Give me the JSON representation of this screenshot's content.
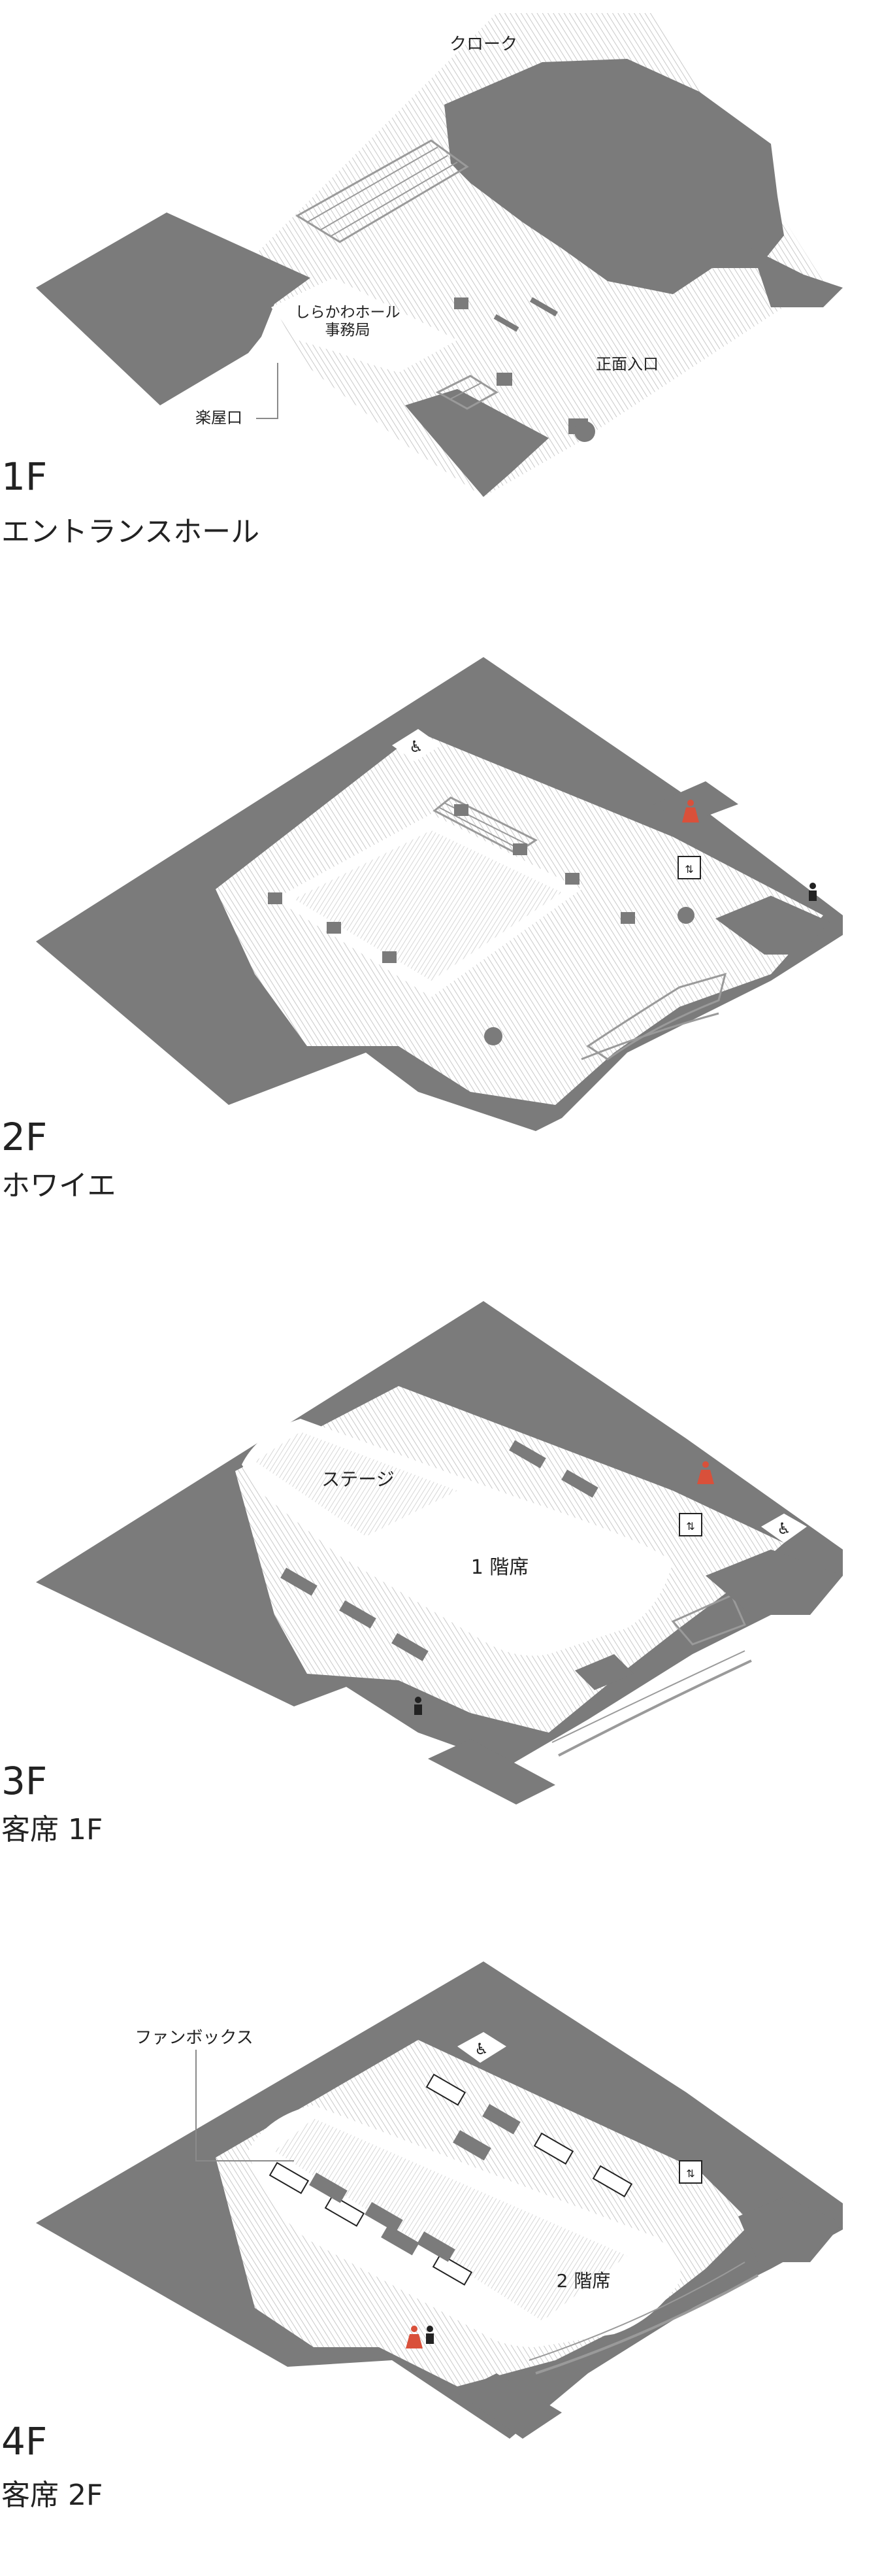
{
  "floors": [
    {
      "number": "1F",
      "name": "エントランスホール",
      "labels": {
        "cloak": "クローク",
        "office_line1": "しらかわホール",
        "office_line2": "事務局",
        "backstage_entrance": "楽屋口",
        "main_entrance": "正面入口"
      }
    },
    {
      "number": "2F",
      "name": "ホワイエ",
      "icons": [
        "wheelchair-icon",
        "female-restroom-icon",
        "elevator-icon",
        "male-restroom-icon"
      ]
    },
    {
      "number": "3F",
      "name": "客席 1F",
      "labels": {
        "stage": "ステージ",
        "seats": "1 階席"
      },
      "icons": [
        "female-restroom-icon",
        "elevator-icon",
        "wheelchair-icon",
        "male-restroom-icon"
      ]
    },
    {
      "number": "4F",
      "name": "客席 2F",
      "labels": {
        "fan_box": "ファンボックス",
        "seats": "2 階席"
      },
      "icons": [
        "wheelchair-icon",
        "elevator-icon",
        "female-restroom-icon",
        "male-restroom-icon"
      ]
    }
  ],
  "colors": {
    "building": "#7b7b7b",
    "hatch_line": "#c9c9c9",
    "female_accent": "#d9503a",
    "text": "#222222"
  }
}
